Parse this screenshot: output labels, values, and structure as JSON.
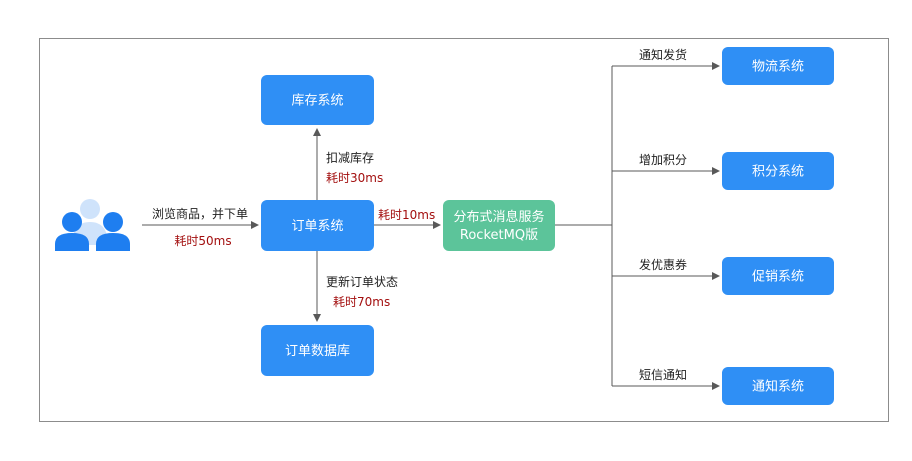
{
  "colors": {
    "box_blue": "#2f8ff5",
    "box_green": "#5cc49a",
    "line": "#595959",
    "timing_red": "#a30f0f",
    "user_blue": "#1e7ef0",
    "user_light": "#cfe3fb"
  },
  "icons": {
    "users": "users-icon"
  },
  "nodes": {
    "inventory": "库存系统",
    "order": "订单系统",
    "order_db": "订单数据库",
    "mq_line1": "分布式消息服务",
    "mq_line2": "RocketMQ版",
    "logistics": "物流系统",
    "points": "积分系统",
    "promo": "促销系统",
    "notify": "通知系统"
  },
  "labels": {
    "browse": "浏览商品，并下单",
    "browse_time": "耗时50ms",
    "deduct": "扣减库存",
    "deduct_time": "耗时30ms",
    "update": "更新订单状态",
    "update_time": "耗时70ms",
    "to_mq_time": "耗时10ms",
    "ship": "通知发货",
    "add_points": "增加积分",
    "coupon": "发优惠券",
    "sms": "短信通知"
  }
}
